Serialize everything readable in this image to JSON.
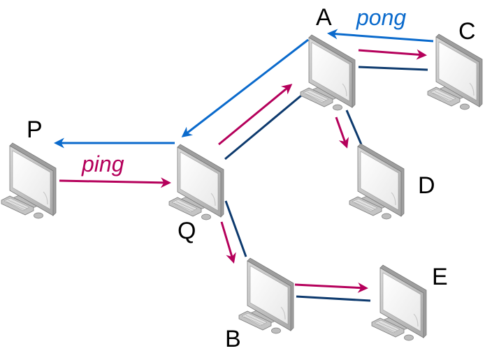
{
  "colors": {
    "ping": "#b5005b",
    "pong": "#0a6acc",
    "link": "#0d3a6e"
  },
  "messages": {
    "ping": "ping",
    "pong": "pong"
  },
  "nodes": [
    {
      "id": "P",
      "label": "P"
    },
    {
      "id": "Q",
      "label": "Q"
    },
    {
      "id": "A",
      "label": "A"
    },
    {
      "id": "B",
      "label": "B"
    },
    {
      "id": "C",
      "label": "C"
    },
    {
      "id": "D",
      "label": "D"
    },
    {
      "id": "E",
      "label": "E"
    }
  ],
  "edges": [
    {
      "from": "P",
      "to": "Q",
      "type": "ping"
    },
    {
      "from": "Q",
      "to": "P",
      "type": "pong"
    },
    {
      "from": "Q",
      "to": "A",
      "type": "ping"
    },
    {
      "from": "Q",
      "to": "A",
      "type": "link"
    },
    {
      "from": "A",
      "to": "Q",
      "type": "pong"
    },
    {
      "from": "A",
      "to": "C",
      "type": "ping"
    },
    {
      "from": "A",
      "to": "C",
      "type": "link"
    },
    {
      "from": "C",
      "to": "A",
      "type": "pong"
    },
    {
      "from": "A",
      "to": "D",
      "type": "ping"
    },
    {
      "from": "A",
      "to": "D",
      "type": "link"
    },
    {
      "from": "Q",
      "to": "B",
      "type": "ping"
    },
    {
      "from": "Q",
      "to": "B",
      "type": "link"
    },
    {
      "from": "B",
      "to": "E",
      "type": "ping"
    },
    {
      "from": "B",
      "to": "E",
      "type": "link"
    }
  ]
}
